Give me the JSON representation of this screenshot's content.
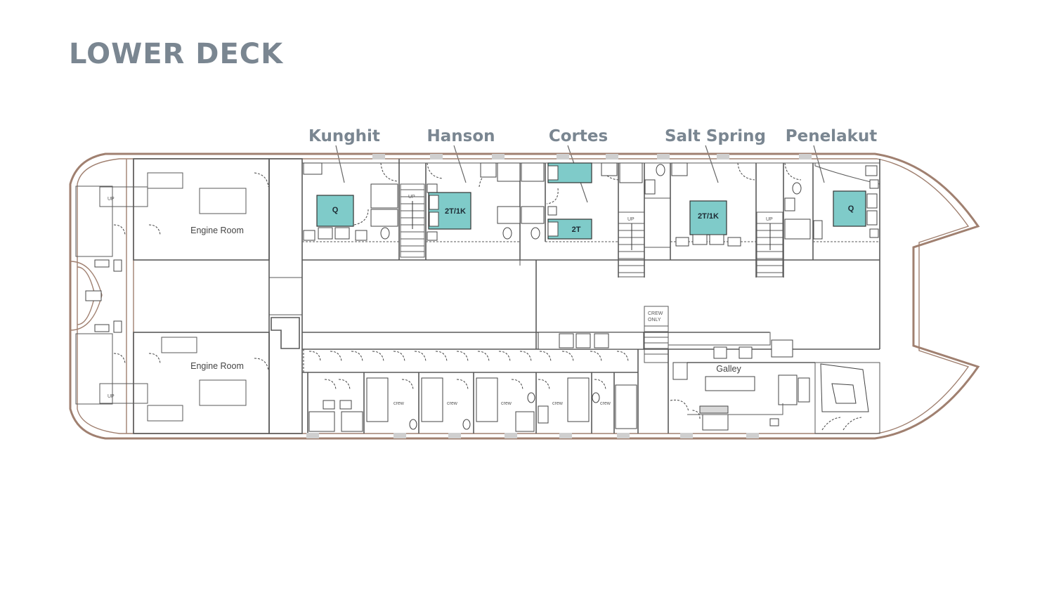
{
  "title": "LOWER DECK",
  "cabins": [
    "Kunghit",
    "Hanson",
    "Cortes",
    "Salt Spring",
    "Penelakut"
  ],
  "beds": {
    "kunghit": "Q",
    "hanson": "2T/1K",
    "cortes_top": "",
    "cortes_bottom": "2T",
    "salt_spring": "2T/1K",
    "penelakut": "Q"
  },
  "rooms": {
    "engine_top": "Engine Room",
    "engine_bottom": "Engine Room",
    "galley": "Galley"
  },
  "crew_label": "crew",
  "stair_label": "UP",
  "crew_only": [
    "CREW",
    "ONLY"
  ],
  "colors": {
    "bed": "#7fcbc9",
    "hull": "#a08070",
    "title": "#7a8691"
  }
}
